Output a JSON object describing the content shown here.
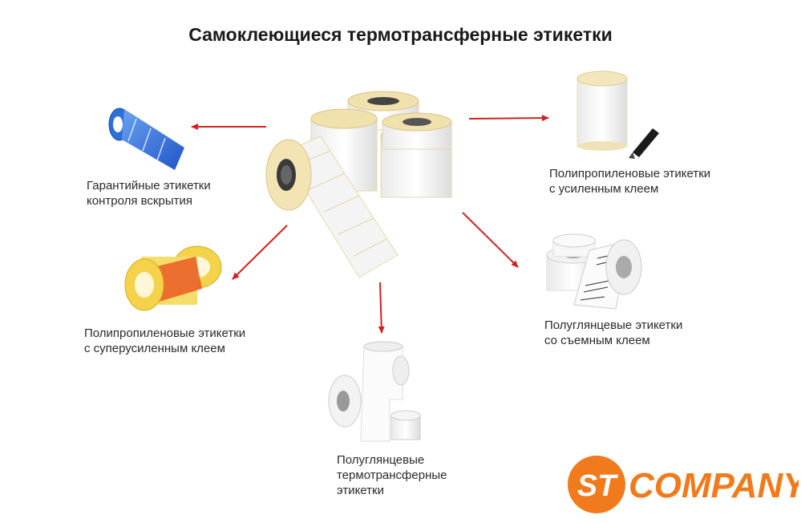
{
  "title": "Самоклеющиеся термотрансферные этикетки",
  "labels": {
    "tamper": [
      "Гарантийные этикетки",
      "контроля вскрытия"
    ],
    "pp_reinforced": [
      "Полипропиленовые этикетки",
      "с усиленным клеем"
    ],
    "pp_super": [
      "Полипропиленовые этикетки",
      "с суперусиленным клеем"
    ],
    "semigloss_removable": [
      "Полуглянцевые этикетки",
      "со съемным клеем"
    ],
    "semigloss_thermo": [
      "Полуглянцевые",
      "термотрансферные",
      "этикетки"
    ]
  },
  "logo": {
    "mark": "ST",
    "text": "COMPANY"
  },
  "colors": {
    "arrow": "#d42020",
    "logo_orange": "#f07a1c",
    "label_blue": "#2f6fd8",
    "label_yellow": "#f4d24a"
  }
}
